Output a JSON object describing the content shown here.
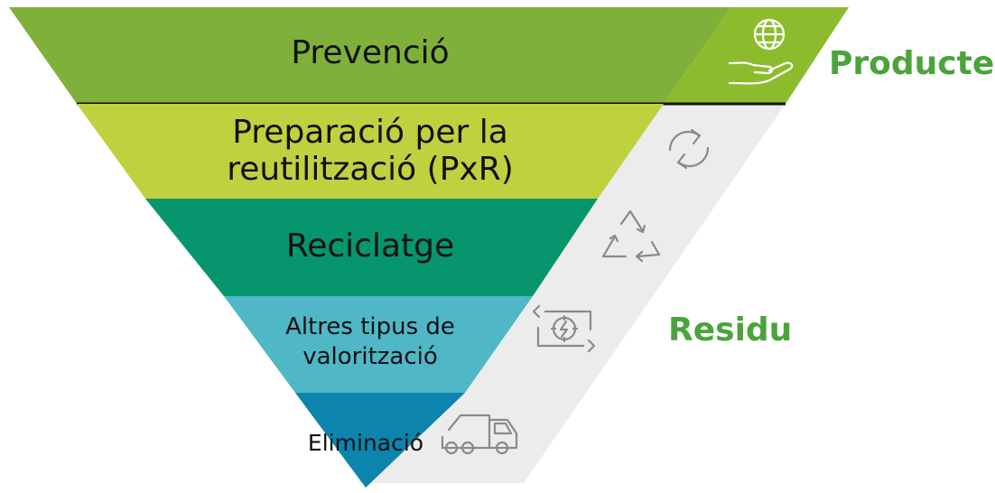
{
  "colors": {
    "prevencio": "#7fb13a",
    "pxr": "#bfd13f",
    "reciclatge": "#07956d",
    "altres": "#4fb7c6",
    "eliminacio": "#0d84ad",
    "product_band": "#8cbc2e",
    "residu_band": "#ececec",
    "brand_green": "#4ba33c",
    "icon_stroke": "#8a8a8a"
  },
  "levels": {
    "prevencio": "Prevenció",
    "pxr_line1": "Preparació per la",
    "pxr_line2": "reutilització (PxR)",
    "reciclatge": "Reciclatge",
    "altres_line1": "Altres tipus de",
    "altres_line2": "valorització",
    "eliminacio": "Eliminació"
  },
  "side": {
    "producte": "Producte",
    "residu": "Residu"
  },
  "icons": [
    "globe-hand-icon",
    "refresh-icon",
    "recycle-icon",
    "energy-cycle-icon",
    "garbage-truck-icon"
  ]
}
